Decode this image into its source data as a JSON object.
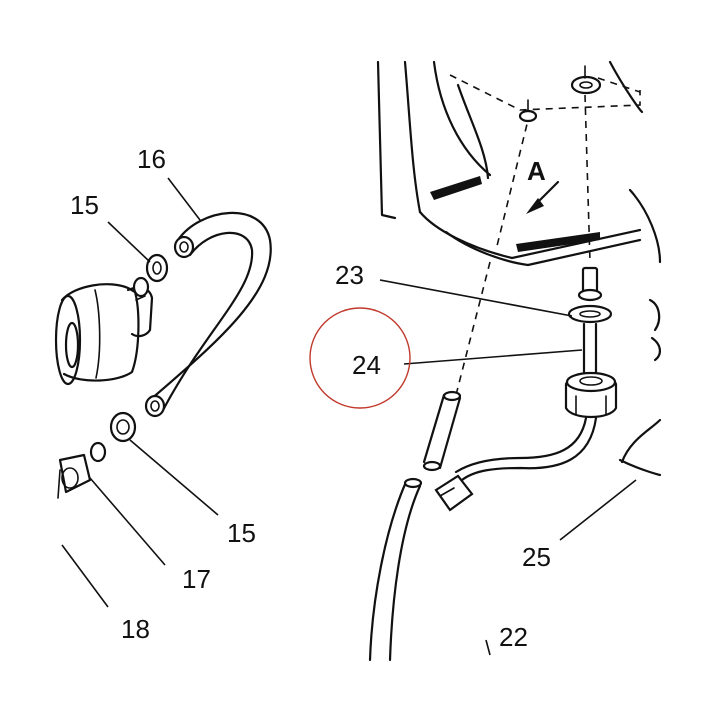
{
  "callouts": {
    "c16": "16",
    "c15a": "15",
    "c15b": "15",
    "c17": "17",
    "c18": "18",
    "c23": "23",
    "c24": "24",
    "c25": "25",
    "c22": "22",
    "view_a": "A"
  },
  "colors": {
    "line": "#111111",
    "highlight_circle": "#c0392b",
    "background": "#ffffff"
  }
}
